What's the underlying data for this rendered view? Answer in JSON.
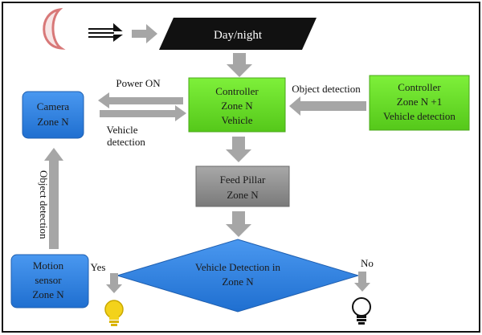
{
  "diagram": {
    "daynight": {
      "label": "Day/night"
    },
    "controller_n": {
      "lines": [
        "Controller",
        "Zone N",
        "Vehicle"
      ]
    },
    "controller_n1": {
      "lines": [
        "Controller",
        "Zone N +1",
        "Vehicle detection"
      ]
    },
    "camera": {
      "lines": [
        "Camera",
        "Zone N"
      ]
    },
    "feed_pillar": {
      "lines": [
        "Feed Pillar",
        "Zone N"
      ]
    },
    "motion_sensor": {
      "lines": [
        "Motion",
        "sensor",
        "Zone N"
      ]
    },
    "decision": {
      "lines": [
        "Vehicle Detection in",
        "Zone N"
      ]
    },
    "edge_labels": {
      "power_on": "Power ON",
      "vehicle_detection": [
        "Vehicle",
        "detection"
      ],
      "object_detection_top": "Object detection",
      "object_detection_side": "Object detection",
      "yes": "Yes",
      "no": "No"
    },
    "colors": {
      "green": "#66dd22",
      "blue": "#2f7fe0",
      "gray_box": "#8c8c8c",
      "arrow_gray": "#a6a6a6",
      "bulb_on": "#f3d21b",
      "moon": "#d87878"
    },
    "icons": [
      "moon-icon",
      "light-rays-icon",
      "bulb-on-icon",
      "bulb-off-icon"
    ]
  }
}
